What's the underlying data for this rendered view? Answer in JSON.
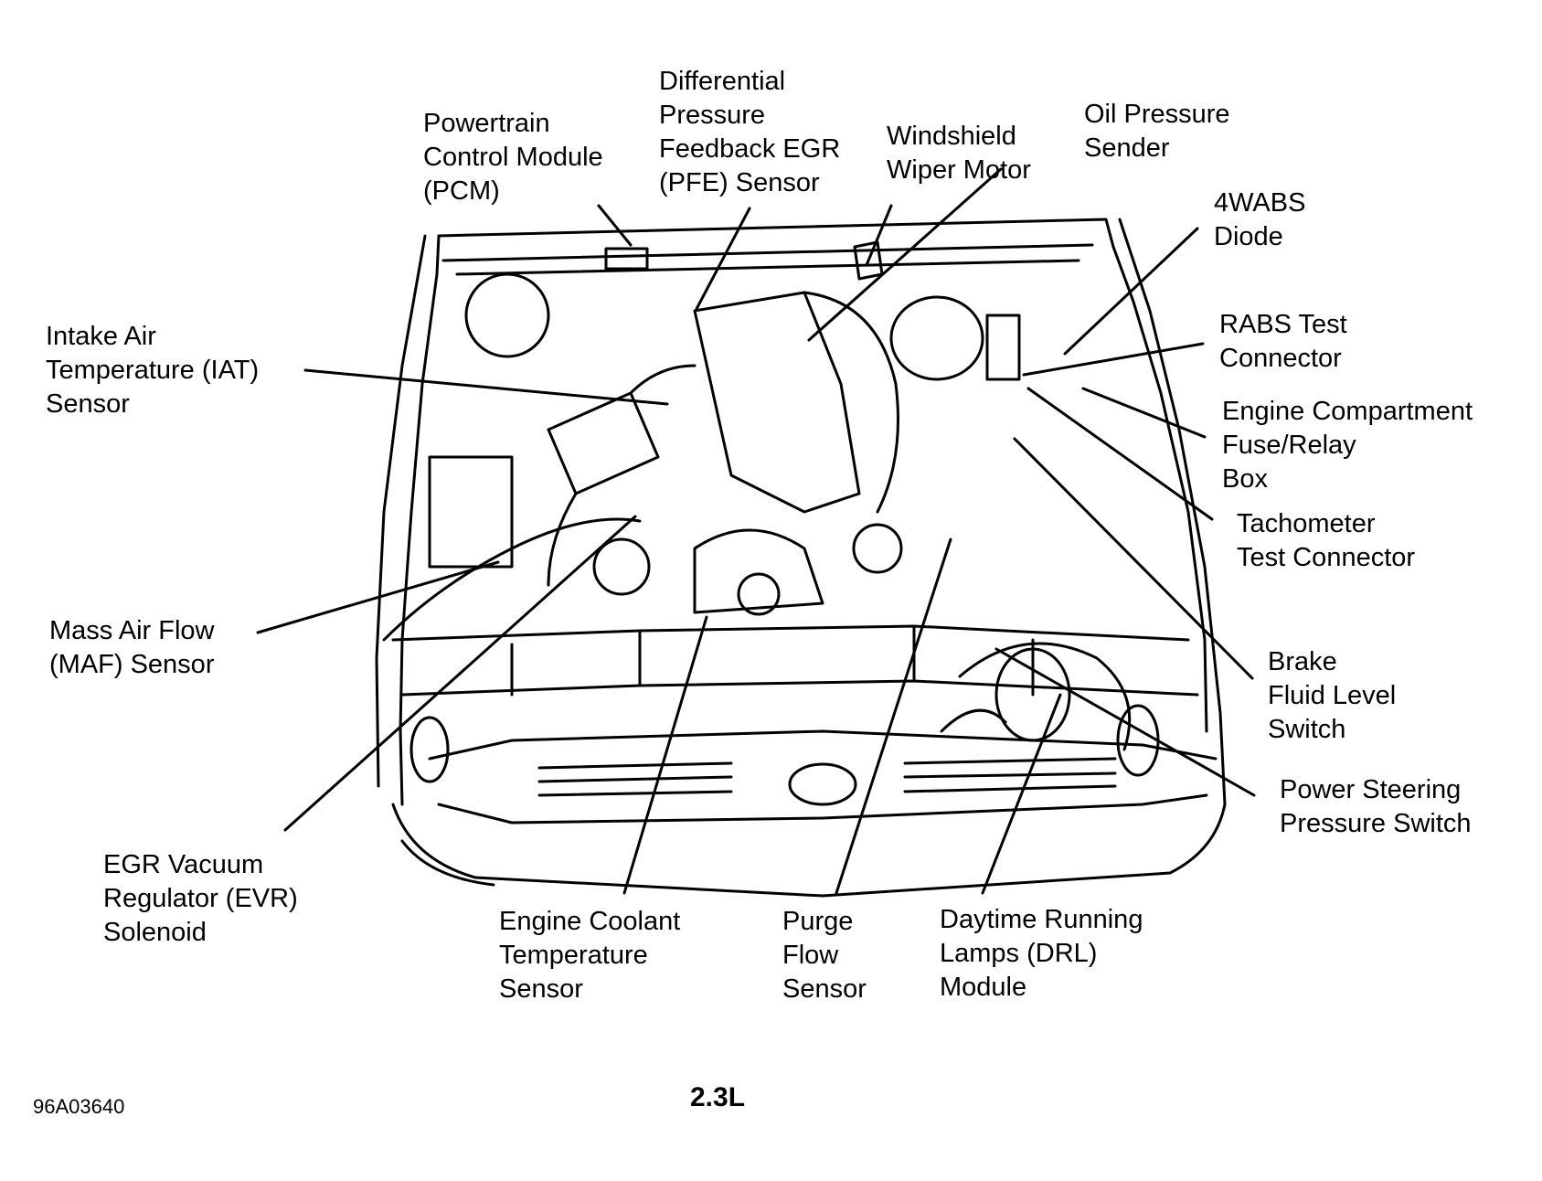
{
  "diagram": {
    "title": "2.3L",
    "figure_code": "96A03640",
    "subject": "engine-compartment-component-locations",
    "colors": {
      "ink": "#000000",
      "background": "#ffffff"
    },
    "labels": [
      {
        "id": "pcm",
        "lines": [
          "Powertrain",
          "Control Module",
          "(PCM)"
        ]
      },
      {
        "id": "pfe",
        "lines": [
          "Differential",
          "Pressure",
          "Feedback EGR",
          "(PFE) Sensor"
        ]
      },
      {
        "id": "wiper",
        "lines": [
          "Windshield",
          "Wiper Motor"
        ]
      },
      {
        "id": "oil",
        "lines": [
          "Oil Pressure",
          "Sender"
        ]
      },
      {
        "id": "4wabs",
        "lines": [
          "4WABS",
          "Diode"
        ]
      },
      {
        "id": "rabs",
        "lines": [
          "RABS Test",
          "Connector"
        ]
      },
      {
        "id": "fuse",
        "lines": [
          "Engine Compartment",
          "Fuse/Relay",
          "Box"
        ]
      },
      {
        "id": "tach",
        "lines": [
          "Tachometer",
          "Test Connector"
        ]
      },
      {
        "id": "brake",
        "lines": [
          "Brake",
          "Fluid Level",
          "Switch"
        ]
      },
      {
        "id": "ps",
        "lines": [
          "Power Steering",
          "Pressure Switch"
        ]
      },
      {
        "id": "iat",
        "lines": [
          "Intake Air",
          "Temperature (IAT)",
          "Sensor"
        ]
      },
      {
        "id": "maf",
        "lines": [
          "Mass Air Flow",
          "(MAF) Sensor"
        ]
      },
      {
        "id": "evr",
        "lines": [
          "EGR Vacuum",
          "Regulator (EVR)",
          "Solenoid"
        ]
      },
      {
        "id": "ect",
        "lines": [
          "Engine Coolant",
          "Temperature",
          "Sensor"
        ]
      },
      {
        "id": "purge",
        "lines": [
          "Purge",
          "Flow",
          "Sensor"
        ]
      },
      {
        "id": "drl",
        "lines": [
          "Daytime Running",
          "Lamps (DRL)",
          "Module"
        ]
      }
    ]
  }
}
